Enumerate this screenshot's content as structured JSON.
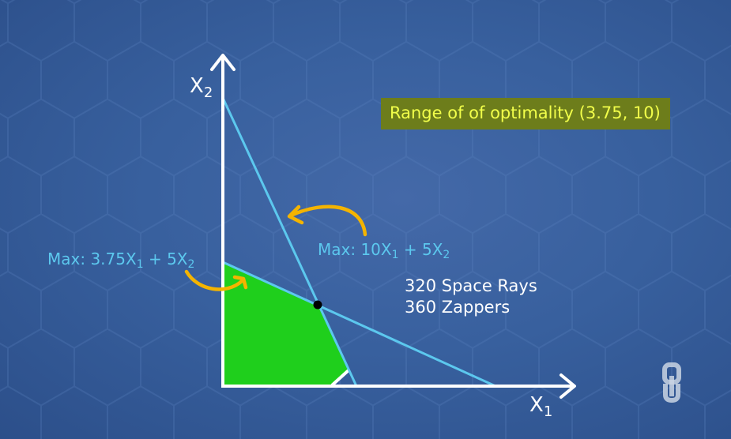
{
  "axes": {
    "x_label": "X",
    "x_sub": "1",
    "y_label": "X",
    "y_sub": "2"
  },
  "range_text": "Range of of optimality (3.75, 10)",
  "objective_steep": {
    "prefix": "Max: 10X",
    "sub1": "1",
    "mid": " + 5X",
    "sub2": "2"
  },
  "objective_flat": {
    "prefix": "Max: 3.75X",
    "sub1": "1",
    "mid": " + 5X",
    "sub2": "2"
  },
  "solution": {
    "line1": "320 Space Rays",
    "line2": "360 Zappers"
  },
  "colors": {
    "feasible_region": "#1fcf1c",
    "constraint_line": "#5cc8ee",
    "arrow": "#f4b400",
    "highlight_bg": "#6d7d1b",
    "highlight_text": "#f2ff4a"
  },
  "logo": "OU"
}
